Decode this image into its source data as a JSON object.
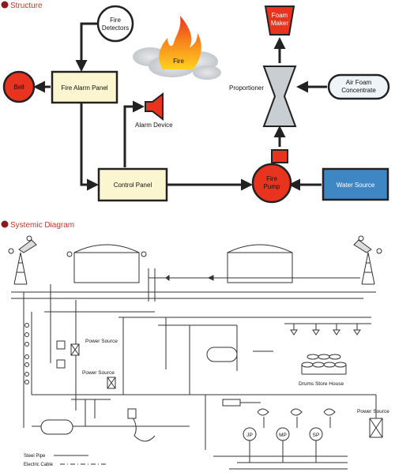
{
  "sections": {
    "structure_title": "Structure",
    "systemic_title": "Systemic Diagram"
  },
  "structure": {
    "fire_detectors": [
      "Fire",
      "Detectors"
    ],
    "fire": "Fire",
    "foam_maker": [
      "Foam",
      "Maker"
    ],
    "bell": "Bell",
    "fire_alarm_panel": "Fire Alarm Panel",
    "alarm_device": "Alarm Device",
    "proportioner": "Proportioner",
    "air_foam_concentrate": [
      "Air Foam",
      "Concentrate"
    ],
    "control_panel": "Control Panel",
    "fire_pump": [
      "Fire",
      "Pump"
    ],
    "water_source": "Water Source"
  },
  "systemic": {
    "power_source_1": "Power Source",
    "power_source_2": "Power Source",
    "power_source_3": "Power Source",
    "drums_store_house": "Drums Store House",
    "pump_labels": [
      "JP",
      "MP",
      "SP"
    ],
    "legend": {
      "steel_pipe": "Steel Pipe",
      "electric_cable": "Electric Cable"
    }
  },
  "colors": {
    "section_bullet": "#8b1a1a",
    "section_title": "#c0392b",
    "red_device": "#e8331f",
    "panel_fill": "#fbf6cf",
    "water_fill": "#3f86c4",
    "proportioner_fill": "#c9ced3",
    "line": "#222222"
  }
}
